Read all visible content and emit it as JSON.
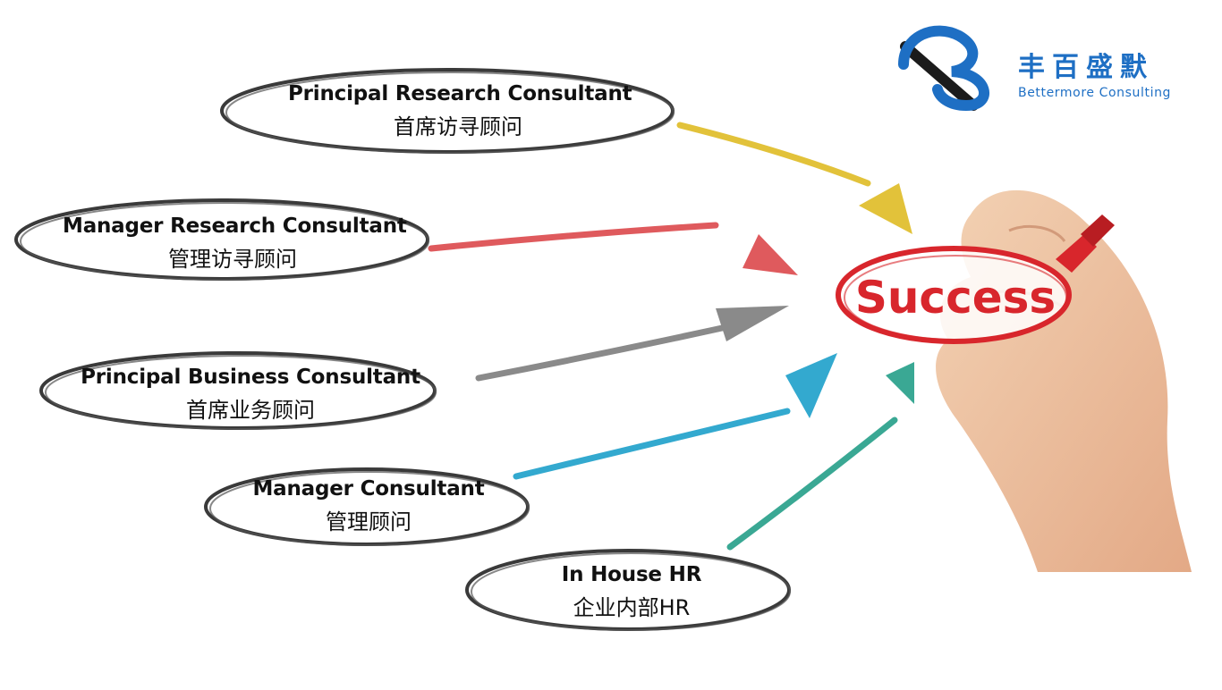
{
  "brand": {
    "name_zh": "丰百盛默",
    "name_en": "Bettermore Consulting",
    "logo": "bettermore-b-logo",
    "color": "#1e6fc4"
  },
  "target": {
    "label": "Success",
    "icon": "hand-with-marker",
    "color": "#d8262c"
  },
  "nodes": [
    {
      "id": "principal-research-consultant",
      "en": "Principal Research Consultant",
      "zh": "首席访寻顾问",
      "arrow_color": "#e2c23a"
    },
    {
      "id": "manager-research-consultant",
      "en": "Manager Research Consultant",
      "zh": "管理访寻顾问",
      "arrow_color": "#df5a5d"
    },
    {
      "id": "principal-business-consultant",
      "en": "Principal Business Consultant",
      "zh": "首席业务顾问",
      "arrow_color": "#8a8a8a"
    },
    {
      "id": "manager-consultant",
      "en": "Manager Consultant",
      "zh": "管理顾问",
      "arrow_color": "#33a9cf"
    },
    {
      "id": "in-house-hr",
      "en": "In House HR",
      "zh": "企业内部HR",
      "arrow_color": "#3aa894"
    }
  ]
}
